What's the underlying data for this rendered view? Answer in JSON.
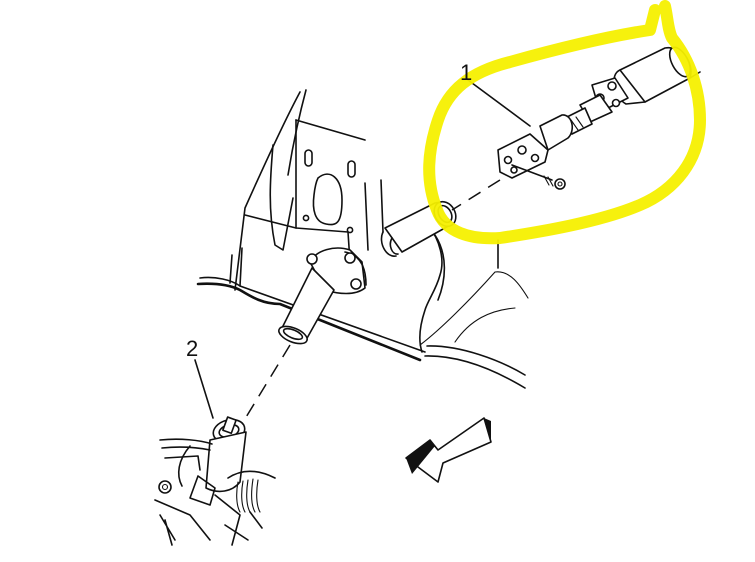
{
  "diagram": {
    "subject": "Steering column intermediate shaft exploded view",
    "callouts": [
      {
        "id": "1",
        "label": "1",
        "part": "intermediate shaft with universal joint"
      },
      {
        "id": "2",
        "label": "2",
        "part": "steering gear input shaft"
      }
    ],
    "annotation": {
      "type": "hand-drawn ellipse",
      "color": "#f5f000",
      "encloses": "callout 1"
    },
    "direction_arrow": {
      "icon": "front-direction-arrow",
      "pointing": "down-left"
    },
    "line_color": "#111111",
    "background": "#ffffff"
  }
}
